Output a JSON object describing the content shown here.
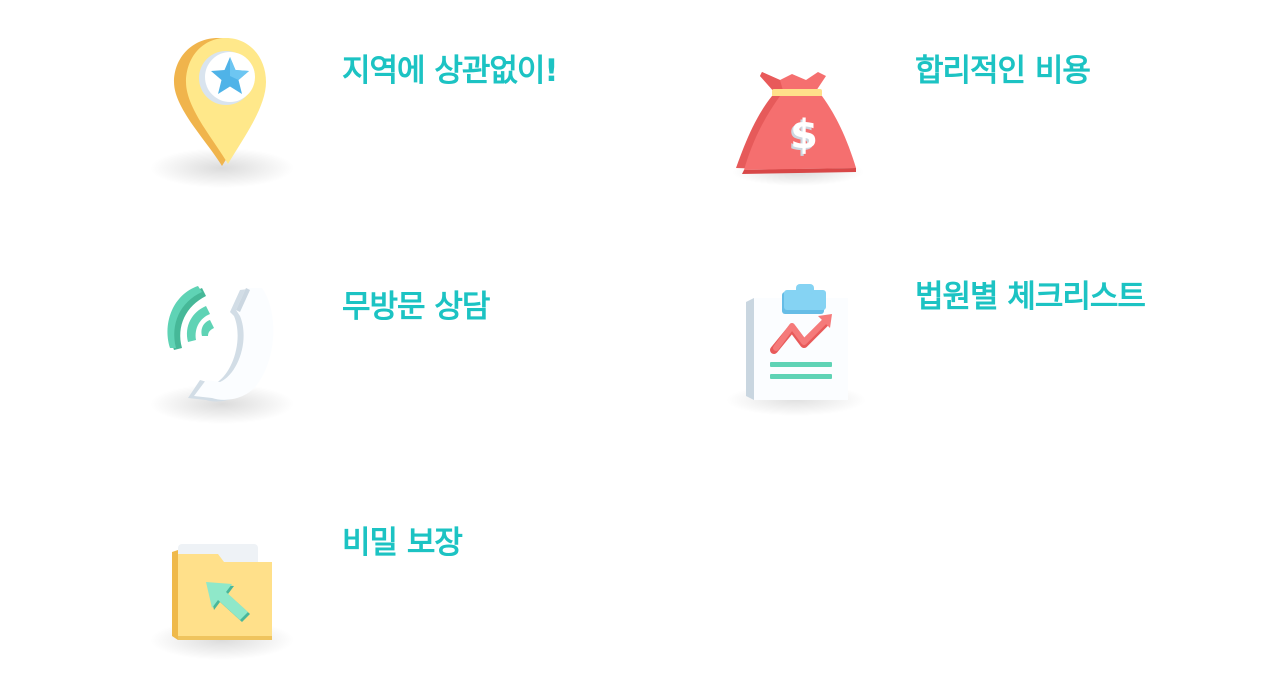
{
  "features": [
    {
      "title": "지역에 상관없이!",
      "icon": "location-pin-star-icon"
    },
    {
      "title": "합리적인 비용",
      "icon": "money-bag-icon"
    },
    {
      "title": "무방문 상담",
      "icon": "phone-call-icon"
    },
    {
      "title": "법원별 체크리스트",
      "icon": "clipboard-chart-icon"
    },
    {
      "title": "비밀 보장",
      "icon": "secure-folder-icon"
    }
  ],
  "colors": {
    "title": "#1cc3c3",
    "pin": "#f3b94f",
    "pin_light": "#ffe88a",
    "bag": "#f56f6f",
    "phone_waves": "#5fd3b5",
    "clipboard_tab": "#7dcff0",
    "folder": "#ffe08a"
  }
}
